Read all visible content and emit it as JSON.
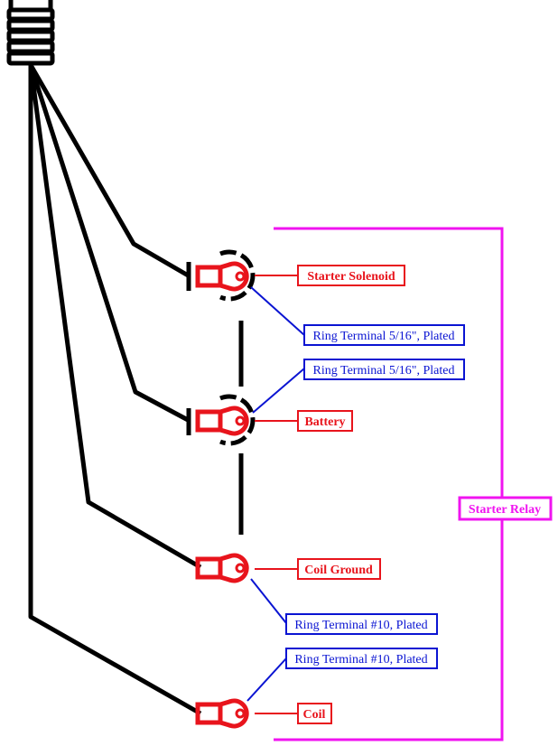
{
  "colors": {
    "wire": "#000000",
    "terminal": "#e8141c",
    "callout": "#0a14d2",
    "relay": "#f014f0",
    "background": "#ffffff"
  },
  "labels": {
    "starter_solenoid": "Starter Solenoid",
    "battery": "Battery",
    "coil_ground": "Coil Ground",
    "coil": "Coil",
    "starter_relay": "Starter Relay"
  },
  "callouts": {
    "ring_5_16_upper": "Ring Terminal 5/16\", Plated",
    "ring_5_16_lower": "Ring Terminal 5/16\", Plated",
    "ring_10_upper": "Ring Terminal #10, Plated",
    "ring_10_lower": "Ring Terminal #10, Plated"
  },
  "icons": {
    "connector": "multi-pin-connector-icon",
    "terminal": "ring-terminal-icon"
  }
}
